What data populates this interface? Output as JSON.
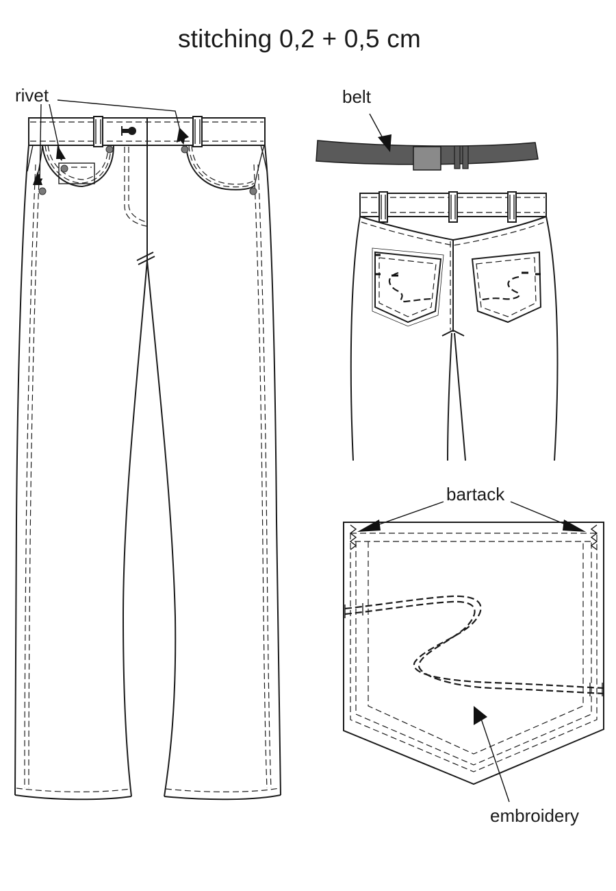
{
  "title": "stitching 0,2 + 0,5 cm",
  "labels": {
    "rivet": "rivet",
    "belt": "belt",
    "bartack": "bartack",
    "embroidery": "embroidery"
  },
  "colors": {
    "line": "#1a1a1a",
    "belt": "#5a5a5a",
    "buckle": "#8a8a8a",
    "rivet": "#7a7a7a"
  }
}
